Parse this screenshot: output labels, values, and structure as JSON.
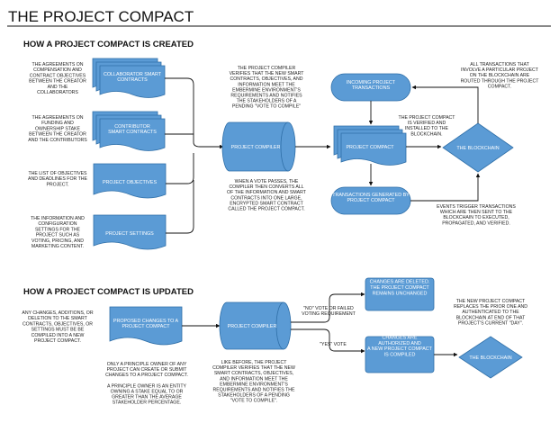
{
  "title": "THE PROJECT COMPACT",
  "colors": {
    "box": "#5b9bd5",
    "box_stroke": "#2f6fa8",
    "text_on_box": "#ffffff",
    "line": "#111111"
  },
  "created": {
    "heading": "HOW A PROJECT COMPACT IS CREATED",
    "notes": {
      "compensation": [
        "THE AGREEMENTS ON",
        "COMPENSATION AND",
        "CONTRACT OBJECTIVES",
        "BETWEEN THE CREATOR",
        "AND THE",
        "COLLABORATORS"
      ],
      "funding": [
        "THE AGREEMENTS ON",
        "FUNDING AND",
        "OWNERSHIP STAKE",
        "BETWEEN THE CREATOR",
        "AND THE CONTRIBUTORS"
      ],
      "objectives": [
        "THE LIST OF OBJECTIVES",
        "AND DEADLINES FOR THE",
        "PROJECT."
      ],
      "settings": [
        "THE INFORMATION AND",
        "CONFIGURATION",
        "SETTINGS FOR THE",
        "PROJECT SUCH AS",
        "VOTING, PRICING, AND",
        "MARKETING CONTENT."
      ],
      "compiler_verifies": [
        "THE PROJECT COMPILER",
        "VERIFIES THAT THE NEW SMART",
        "CONTRACTS, OBJECTIVES, AND",
        "INFORMATION MEET THE",
        "EMBERMINE ENVIRONMENT'S",
        "REQUIREMENTS AND NOTIFIES",
        "THE STAKEHOLDERS OF A",
        "PENDING \"VOTE TO COMPILE\""
      ],
      "vote_passes": [
        "WHEN A VOTE PASSES, THE",
        "COMPILER THEN CONVERTS ALL",
        "OF THE INFORMATION AND SMART",
        "CONTRACTS INTO ONE LARGE,",
        "ENCRYPTED SMART CONTRACT",
        "CALLED THE PROJECT COMPACT."
      ],
      "verified_installed": [
        "THE PROJECT COMPACT",
        "IS VERIFIED AND",
        "INSTALLED TO THE",
        "BLOCKCHAIN."
      ],
      "all_transactions": [
        "ALL TRANSACTIONS THAT",
        "INVOLVE A PARTICULAR PROJECT",
        "ON THE BLOCKCHAIN ARE",
        "ROUTED THROUGH THE PROJECT",
        "COMPACT."
      ],
      "events_trigger": [
        "EVENTS TRIGGER TRANSACTIONS",
        "WHICH ARE THEN SENT TO THE",
        "BLOCKCHAIN TO EXECUTED,",
        "PROPAGATED, AND VERIFIED."
      ]
    },
    "labels": {
      "collab_contracts": [
        "COLLABORATOR SMART",
        "CONTRACTS"
      ],
      "contrib_contracts": [
        "CONTRIBUTOR",
        "SMART CONTRACTS"
      ],
      "objectives": [
        "PROJECT OBJECTIVES"
      ],
      "settings": [
        "PROJECT SETTINGS"
      ],
      "compiler": [
        "PROJECT COMPILER"
      ],
      "incoming": [
        "INCOMING PROJECT",
        "TRANSACTIONS"
      ],
      "compact": [
        "PROJECT COMPACT"
      ],
      "generated": [
        "TRANSACTIONS GENERATED BY",
        "PROJECT COMPACT"
      ],
      "blockchain": [
        "THE BLOCKCHAIN"
      ]
    }
  },
  "updated": {
    "heading": "HOW A PROJECT COMPACT IS UPDATED",
    "notes": {
      "any_changes": [
        "ANY CHANGES, ADDITIONS, OR",
        "DELETION TO THE SMART",
        "CONTRACTS, OBJECTIVES, OR",
        "SETTINGS MUST BE BE",
        "COMPILED INTO A NEW",
        "PROJECT COMPACT."
      ],
      "principal_owner": [
        "ONLY A PRINCIPLE OWNER OF ANY",
        "PROJECT CAN CREATE OR SUBMIT",
        "CHANGES TO A PROJECT COMPACT.",
        "",
        "A PRINCIPLE OWNER IS AN ENTITY",
        "OWNING A STAKE EQUAL TO OR",
        "GREATER THAN THE AVERAGE",
        "STAKEHOLDER PERCENTAGE."
      ],
      "like_before": [
        "LIKE BEFORE, THE PROJECT",
        "COMPILER VERIFIES THAT THE NEW",
        "SMART CONTRACTS, OBJECTIVES,",
        "AND INFORMATION MEET THE",
        "EMBERMINE ENVIRONMENT'S",
        "REQUIREMENTS AND NOTIFIES THE",
        "STAKEHOLDERS OF A PENDING",
        "\"VOTE TO COMPILE\"."
      ],
      "no_vote": [
        "\"NO\" VOTE OR FAILED",
        "VOTING REQUIREMENT"
      ],
      "yes_vote": [
        "\"YES\" VOTE"
      ],
      "new_replaces": [
        "THE NEW PROJECT COMPACT",
        "REPLACES THE PRIOR ONE AND",
        "AUTHENTICATED TO THE",
        "BLOCKCHAIN AT END OF THAT",
        "PROJECT'S CURRENT \"DAY\"."
      ]
    },
    "labels": {
      "proposed": [
        "PROPOSED CHANGES TO A",
        "PROJECT COMPACT"
      ],
      "compiler": [
        "PROJECT COMPILER"
      ],
      "deleted": [
        "CHANGES ARE DELETED.",
        "THE PROJECT COMPACT",
        "REMAINS UNCHANGED"
      ],
      "authorized": [
        "CHANGES ARE",
        "AUTHORIZED AND",
        "A NEW PROJECT COMPACT",
        "IS COMPILED"
      ],
      "blockchain": [
        "THE BLOCKCHAIN"
      ]
    }
  }
}
